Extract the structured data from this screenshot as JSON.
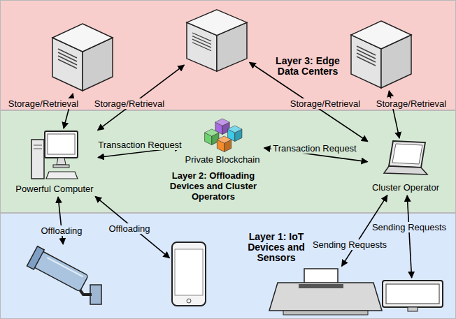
{
  "diagram": {
    "nodes": [
      {
        "text": [
          "Layer 3: Edge Data Centers"
        ]
      },
      {
        "text": [
          "Layer 2: Offloading Devices and Cluster Operators"
        ]
      },
      {
        "text": [
          "Layer 1: IoT Devices and Sensors"
        ]
      },
      {
        "text": [],
        "in": 0
      },
      {
        "text": [],
        "in": 0
      },
      {
        "text": [],
        "in": 0
      },
      {
        "text": [
          "Powerful Computer"
        ],
        "in": 1
      },
      {
        "text": [
          "Private Blockchain"
        ],
        "in": 1
      },
      {
        "text": [
          "Cluster Operator"
        ],
        "in": 1
      },
      {
        "text": [],
        "in": 2
      },
      {
        "text": [],
        "in": 2
      },
      {
        "text": [],
        "in": 2
      },
      {
        "text": [],
        "in": 2
      }
    ],
    "edges": [
      {
        "from": 6,
        "to": 3,
        "label": "Storage/Retrieval",
        "arrow": "both"
      },
      {
        "from": 6,
        "to": 4,
        "label": "Storage/Retrieval",
        "arrow": "both"
      },
      {
        "from": 8,
        "to": 4,
        "label": "Storage/Retrieval",
        "arrow": "both"
      },
      {
        "from": 8,
        "to": 5,
        "label": "Storage/Retrieval",
        "arrow": "both"
      },
      {
        "from": 6,
        "to": 7,
        "label": "Transaction Request",
        "arrow": "both"
      },
      {
        "from": 8,
        "to": 7,
        "label": "Transaction Request",
        "arrow": "both"
      },
      {
        "from": 6,
        "to": 9,
        "label": "Offloading",
        "arrow": "both"
      },
      {
        "from": 6,
        "to": 10,
        "label": "Offloading",
        "arrow": "both"
      },
      {
        "from": 8,
        "to": 11,
        "label": "Sending Requests",
        "arrow": "both"
      },
      {
        "from": 8,
        "to": 12,
        "label": "Sending Requests",
        "arrow": "both"
      }
    ]
  }
}
